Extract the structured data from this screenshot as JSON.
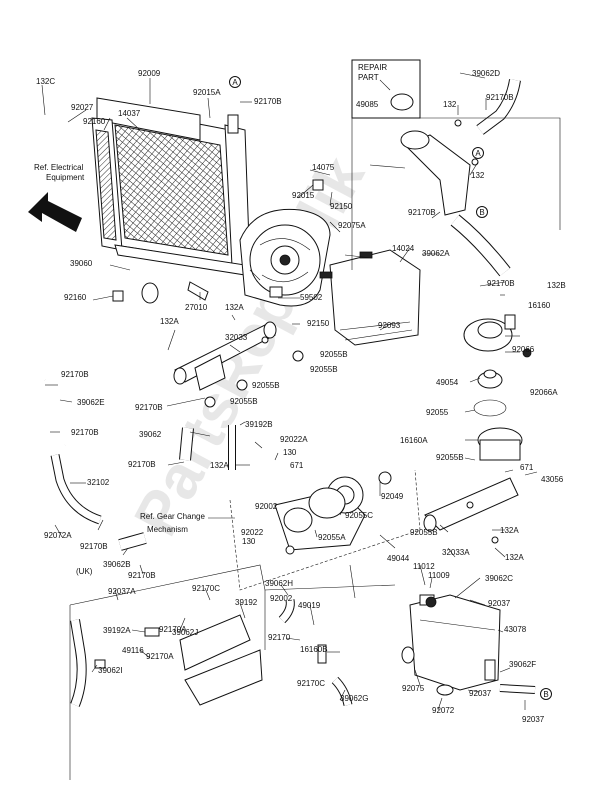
{
  "diagram": {
    "labels": [
      {
        "id": "l01",
        "text": "132C"
      },
      {
        "id": "l02",
        "text": "92009"
      },
      {
        "id": "l03",
        "text": "92027"
      },
      {
        "id": "l04",
        "text": "14037"
      },
      {
        "id": "l05",
        "text": "92160"
      },
      {
        "id": "l06",
        "text": "92015A"
      },
      {
        "id": "l07",
        "text": "92170B"
      },
      {
        "id": "l08",
        "text": "14075"
      },
      {
        "id": "l09",
        "text": "92015"
      },
      {
        "id": "l10",
        "text": "92150"
      },
      {
        "id": "l11",
        "text": "92075A"
      },
      {
        "id": "l12",
        "text": "14024"
      },
      {
        "id": "l13",
        "text": "39060"
      },
      {
        "id": "l14",
        "text": "92160"
      },
      {
        "id": "l15",
        "text": "27010"
      },
      {
        "id": "l16",
        "text": "59502"
      },
      {
        "id": "l17",
        "text": "132A"
      },
      {
        "id": "l18",
        "text": "92150"
      },
      {
        "id": "l19",
        "text": "92093"
      },
      {
        "id": "l20",
        "text": "132A"
      },
      {
        "id": "l21",
        "text": "32033"
      },
      {
        "id": "l22",
        "text": "92055B"
      },
      {
        "id": "l23",
        "text": "92055B"
      },
      {
        "id": "l24",
        "text": "92055B"
      },
      {
        "id": "l25",
        "text": "92055B"
      },
      {
        "id": "l26",
        "text": "92170B"
      },
      {
        "id": "l27",
        "text": "39062E"
      },
      {
        "id": "l28",
        "text": "92170B"
      },
      {
        "id": "l29",
        "text": "92170B"
      },
      {
        "id": "l30",
        "text": "39062"
      },
      {
        "id": "l31",
        "text": "39192B"
      },
      {
        "id": "l32",
        "text": "92022A"
      },
      {
        "id": "l33",
        "text": "130"
      },
      {
        "id": "l34",
        "text": "671"
      },
      {
        "id": "l35",
        "text": "92170B"
      },
      {
        "id": "l36",
        "text": "132A"
      },
      {
        "id": "l37",
        "text": "32102"
      },
      {
        "id": "l38",
        "text": "92049"
      },
      {
        "id": "l39",
        "text": "Ref. Gear Change"
      },
      {
        "id": "l40",
        "text": "Mechanism"
      },
      {
        "id": "l41",
        "text": "92002"
      },
      {
        "id": "l42",
        "text": "92022"
      },
      {
        "id": "l43",
        "text": "130"
      },
      {
        "id": "l44",
        "text": "92055C"
      },
      {
        "id": "l45",
        "text": "92055A"
      },
      {
        "id": "l46",
        "text": "49044"
      },
      {
        "id": "l47",
        "text": "92002"
      },
      {
        "id": "l48",
        "text": "92072A"
      },
      {
        "id": "l49",
        "text": "(UK)"
      },
      {
        "id": "l50",
        "text": "92170B"
      },
      {
        "id": "l51",
        "text": "39062B"
      },
      {
        "id": "l52",
        "text": "92170B"
      },
      {
        "id": "l53",
        "text": "39062H"
      },
      {
        "id": "l54",
        "text": "92037A"
      },
      {
        "id": "l55",
        "text": "92170C"
      },
      {
        "id": "l56",
        "text": "39192"
      },
      {
        "id": "l57",
        "text": "49019"
      },
      {
        "id": "l58",
        "text": "39192A"
      },
      {
        "id": "l59",
        "text": "92170A"
      },
      {
        "id": "l60",
        "text": "39062J"
      },
      {
        "id": "l61",
        "text": "49116"
      },
      {
        "id": "l62",
        "text": "92170A"
      },
      {
        "id": "l63",
        "text": "92170"
      },
      {
        "id": "l64",
        "text": "16160B"
      },
      {
        "id": "l65",
        "text": "39062I"
      },
      {
        "id": "l66",
        "text": "92170C"
      },
      {
        "id": "l67",
        "text": "39062G"
      },
      {
        "id": "l68",
        "text": "49085"
      },
      {
        "id": "l69",
        "text": "39062D"
      },
      {
        "id": "l70",
        "text": "92170B"
      },
      {
        "id": "l71",
        "text": "132"
      },
      {
        "id": "l72",
        "text": "132"
      },
      {
        "id": "l73",
        "text": "92170B"
      },
      {
        "id": "l74",
        "text": "39062A"
      },
      {
        "id": "l75",
        "text": "92170B"
      },
      {
        "id": "l76",
        "text": "132B"
      },
      {
        "id": "l77",
        "text": "16160"
      },
      {
        "id": "l78",
        "text": "92066"
      },
      {
        "id": "l79",
        "text": "49054"
      },
      {
        "id": "l80",
        "text": "92066A"
      },
      {
        "id": "l81",
        "text": "92055"
      },
      {
        "id": "l82",
        "text": "16160A"
      },
      {
        "id": "l83",
        "text": "92055B"
      },
      {
        "id": "l84",
        "text": "671"
      },
      {
        "id": "l85",
        "text": "43056"
      },
      {
        "id": "l86",
        "text": "92055B"
      },
      {
        "id": "l87",
        "text": "132A"
      },
      {
        "id": "l88",
        "text": "32033A"
      },
      {
        "id": "l89",
        "text": "132A"
      },
      {
        "id": "l90",
        "text": "11012"
      },
      {
        "id": "l91",
        "text": "11009"
      },
      {
        "id": "l92",
        "text": "39062C"
      },
      {
        "id": "l93",
        "text": "92037"
      },
      {
        "id": "l94",
        "text": "43078"
      },
      {
        "id": "l95",
        "text": "92075"
      },
      {
        "id": "l96",
        "text": "39062F"
      },
      {
        "id": "l97",
        "text": "92037"
      },
      {
        "id": "l98",
        "text": "92072"
      },
      {
        "id": "l99",
        "text": "92037"
      }
    ],
    "repair_part": {
      "line1": "REPAIR",
      "line2": "PART"
    },
    "ref_electrical": {
      "line1": "Ref. Electrical",
      "line2": "Equipment"
    },
    "markers": {
      "a": "A",
      "b": "B"
    },
    "watermark": "PartsRepublik"
  }
}
